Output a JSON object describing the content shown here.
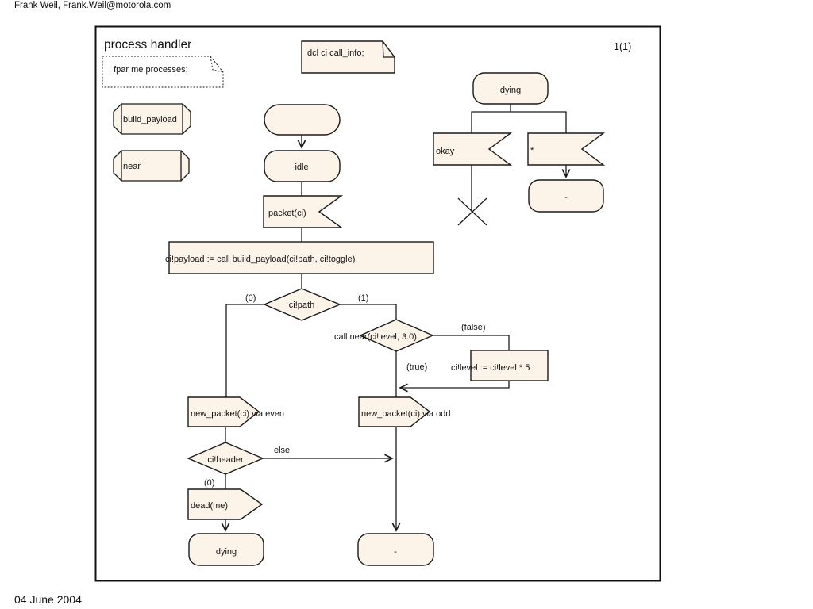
{
  "page": {
    "author": "Frank Weil, Frank.Weil@motorola.com",
    "date": "04 June 2004"
  },
  "frame": {
    "kind_title": "process handler",
    "page_number": "1(1)"
  },
  "text_symbols": {
    "fpar": "; fpar me processes;",
    "dcl": "dcl ci call_info;"
  },
  "procedure_refs": [
    "build_payload",
    "near"
  ],
  "flow": {
    "state_idle": "idle",
    "input_packet": "packet(ci)",
    "task_build_payload": "ci!payload := call build_payload(ci!path, ci!toggle)",
    "decision_path": {
      "label": "ci!path",
      "left": "(0)",
      "right": "(1)"
    },
    "decision_near": {
      "label": "call near(ci!level, 3.0)",
      "false": "(false)",
      "true": "(true)"
    },
    "task_level": "ci!level := ci!level * 5",
    "output_even": "new_packet(ci) via even",
    "output_odd": "new_packet(ci) via odd",
    "decision_header": {
      "label": "ci!header",
      "else": "else",
      "zero": "(0)"
    },
    "output_dead": "dead(me)",
    "state_dying": "dying",
    "state_stop": "-"
  },
  "dying_branch": {
    "state_dying": "dying",
    "input_okay": "okay",
    "input_any": "*",
    "state_stop": "-"
  },
  "colors": {
    "symbol_fill": "#fdf4e9",
    "line": "#1a1a1a"
  }
}
